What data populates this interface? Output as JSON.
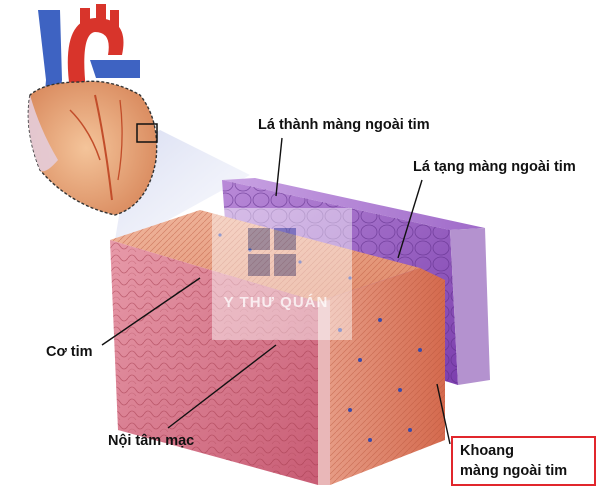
{
  "labels": {
    "parietal_pericardium": "Lá thành màng ngoài tim",
    "visceral_pericardium": "Lá tạng màng ngoài tim",
    "myocardium": "Cơ tim",
    "endocardium": "Nội tâm mạc",
    "pericardial_cavity_line1": "Khoang",
    "pericardial_cavity_line2": "màng ngoài tim"
  },
  "watermark": {
    "text": "Y THƯ QUÁN"
  },
  "colors": {
    "highlight_box": "#e1262c",
    "leader_line": "#111111",
    "visceral_purple": "#8a4fb8",
    "muscle_red": "#d9644e",
    "endocardium_pink": "#e58aa0"
  }
}
